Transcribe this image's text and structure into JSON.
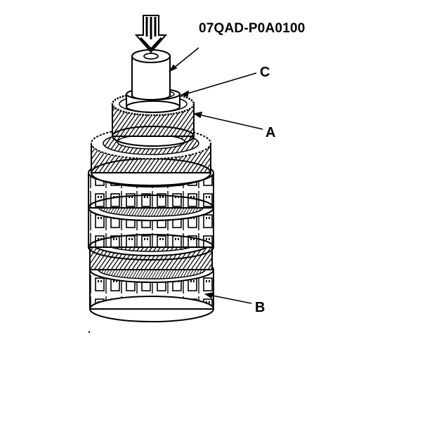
{
  "diagram": {
    "tool_number": "07QAD-P0A0100",
    "callouts": {
      "a": "A",
      "b": "B",
      "c": "C"
    },
    "icons": {
      "press_arrow": "down-arrow-icon"
    }
  }
}
